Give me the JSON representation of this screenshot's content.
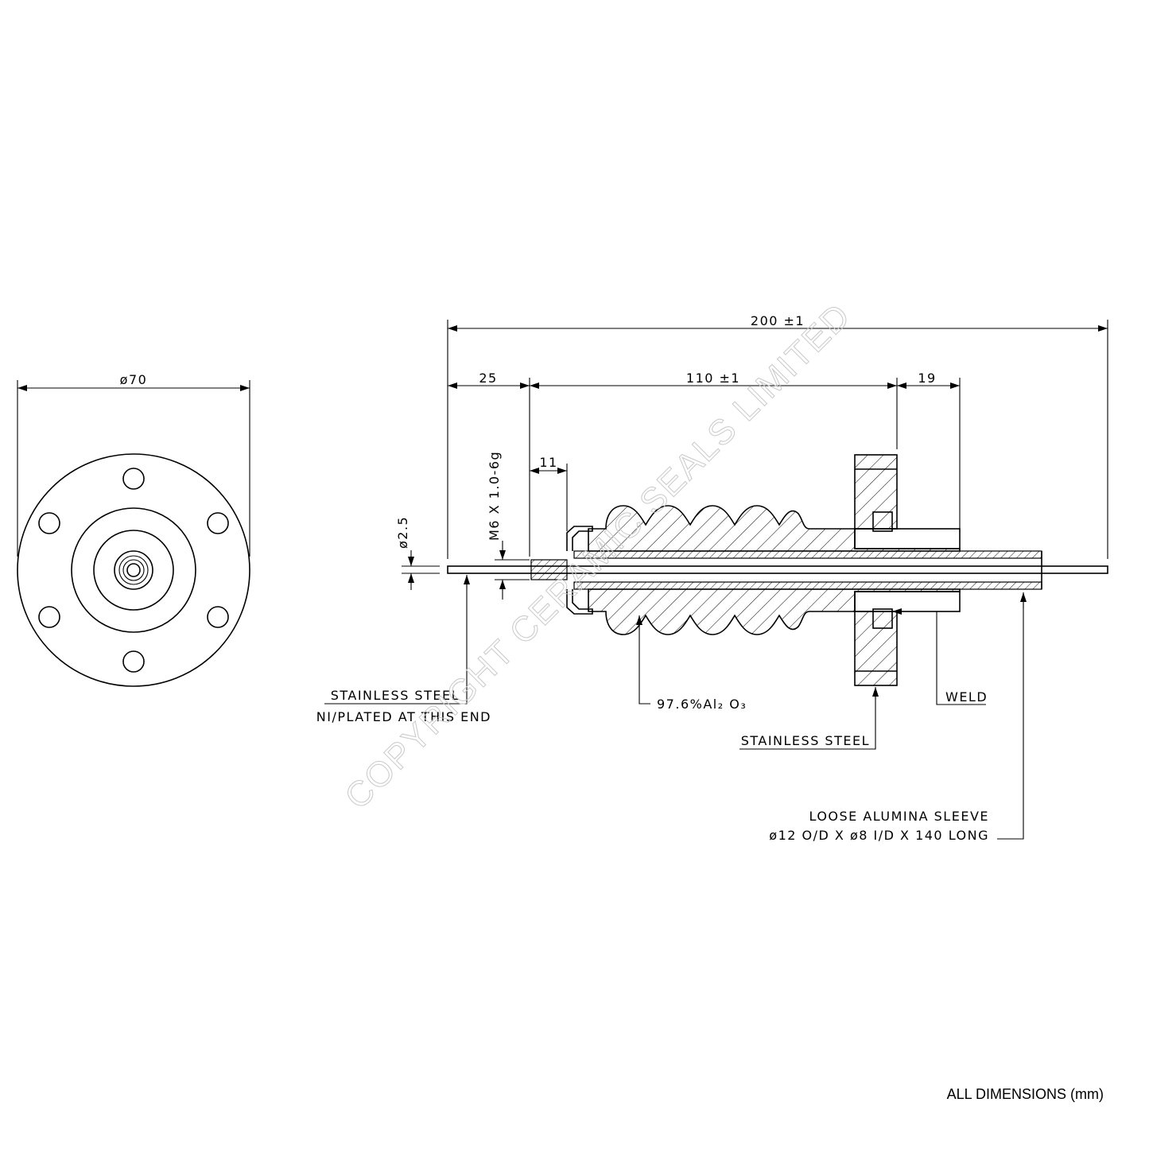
{
  "dimensions": {
    "flange_diameter": "ø70",
    "overall_length": "200 ±1",
    "end_length": "25",
    "body_length": "110 ±1",
    "flange_offset": "19",
    "thread_length": "11",
    "thread_spec": "M6 X 1.0-6g",
    "rod_diameter": "ø2.5"
  },
  "callouts": {
    "rod_material_line1": "STAINLESS STEEL",
    "rod_material_line2": "NI/PLATED AT THIS END",
    "insulator_material": "97.6%Al₂ O₃",
    "weld": "WELD",
    "flange_material": "STAINLESS STEEL",
    "sleeve_line1": "LOOSE ALUMINA SLEEVE",
    "sleeve_line2": "ø12 O/D X ø8 I/D X 140 LONG"
  },
  "watermark": "COPYRIGHT CERAMIC SEALS LIMITED",
  "footer": "ALL DIMENSIONS (mm)"
}
